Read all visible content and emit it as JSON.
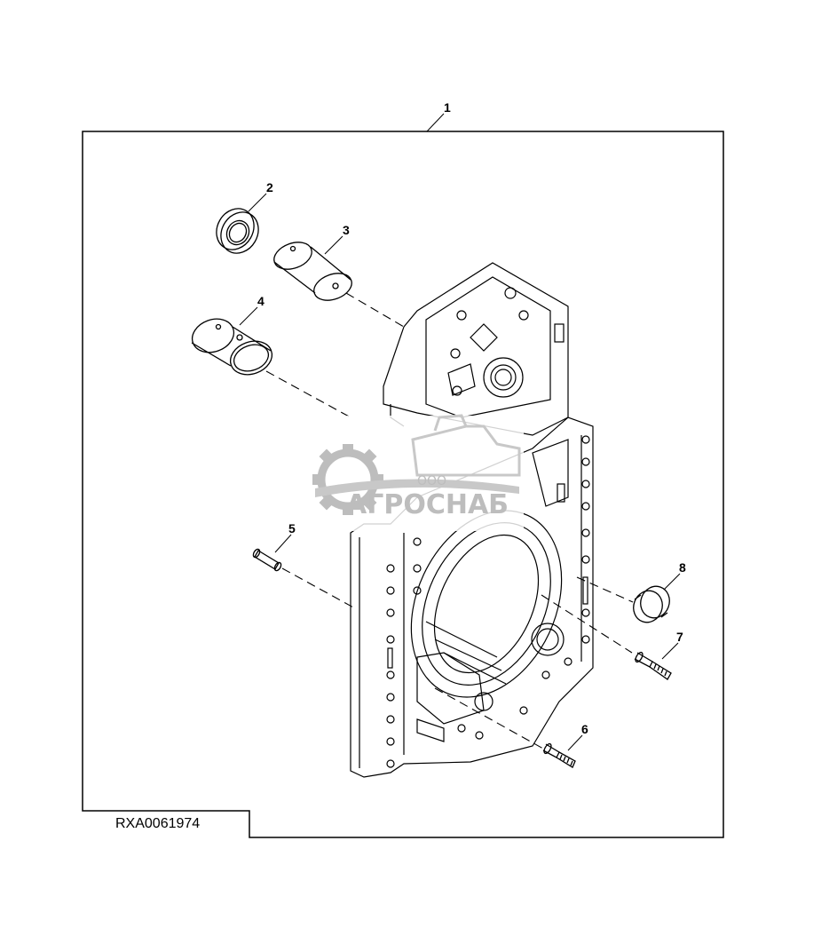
{
  "figure_id": "RXA0061974",
  "callouts": [
    "1",
    "2",
    "3",
    "4",
    "5",
    "6",
    "7",
    "8"
  ],
  "watermark": {
    "small_text": "ООО",
    "large_text": "АГРОСНАБ"
  },
  "colors": {
    "line": "#000000",
    "watermark": "#bdbdbd"
  }
}
